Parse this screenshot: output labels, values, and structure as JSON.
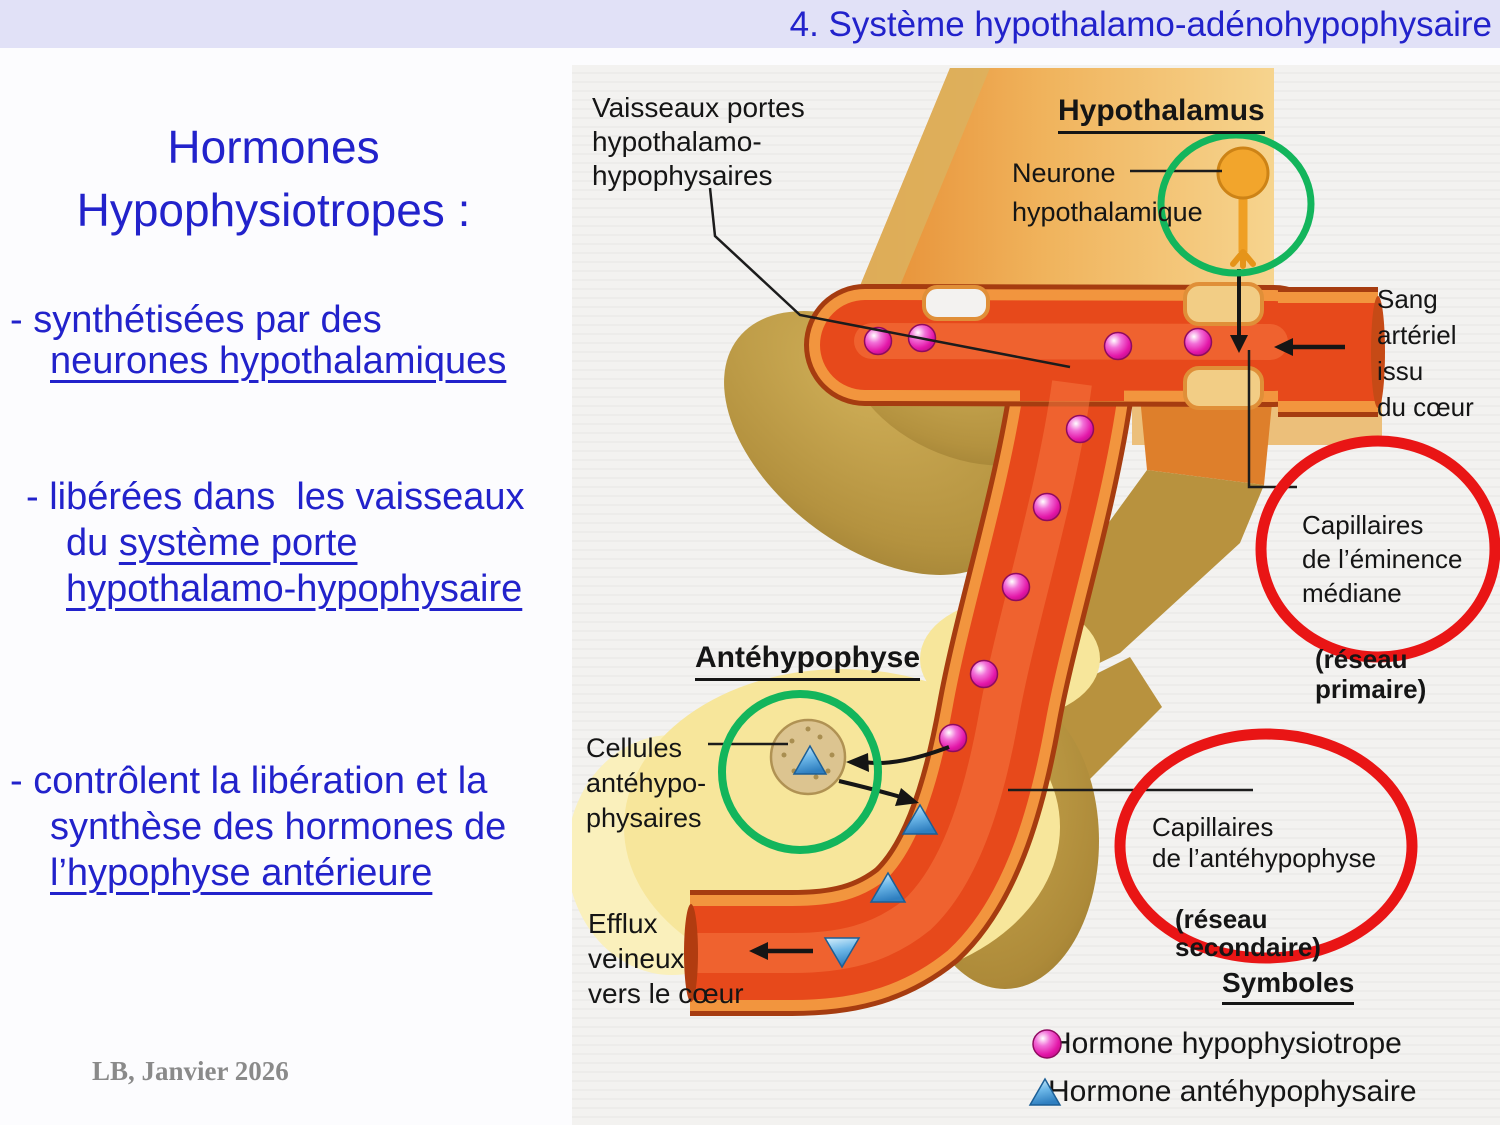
{
  "slide": {
    "title": "4. Système hypothalamo-adénohypophysaire",
    "footer": "LB, Janvier 2026"
  },
  "content": {
    "heading": "Hormones\nHypophysiotropes :",
    "bullet1": {
      "line1": "- synthétisées par des",
      "line2_underlined": "neurones hypothalamiques"
    },
    "bullet2": {
      "line1": "- libérées dans  les vaisseaux",
      "line2_plain": "du ",
      "line2_underlined": "système porte",
      "line3_underlined": "hypothalamo-hypophysaire"
    },
    "bullet3": {
      "line1": "- contrôlent la libération et la",
      "line2": "synthèse des hormones de",
      "line3_underlined": "l’hypophyse antérieure"
    }
  },
  "diagram": {
    "labels": {
      "vaisseaux_portes": "Vaisseaux portes\nhypothalamo-\nhypophysaires",
      "hypothalamus": "Hypothalamus",
      "neurone": "Neurone\nhypothalamique",
      "sang_arteriel": "Sang\nartériel\nissu\ndu cœur",
      "capillaires_eminence": "Capillaires\nde l’éminence\nmédiane",
      "reseau_primaire": "(réseau\nprimaire)",
      "antehypophyse": "Antéhypophyse",
      "cellules": "Cellules\nantéhypo-\nphysaires",
      "capillaires_antehypophyse": "Capillaires\nde l’antéhypophyse",
      "reseau_secondaire": "(réseau\nsecondaire)",
      "efflux": "Efflux\nveineux\nvers le cœur",
      "symboles": "Symboles"
    },
    "legend": [
      {
        "icon": "pink-sphere-icon",
        "label": "Hormone hypophysiotrope"
      },
      {
        "icon": "blue-triangle-icon",
        "label": "Hormone antéhypophysaire"
      }
    ],
    "colors": {
      "text_blue": "#2222cb",
      "vessel_red": "#e7491b",
      "vessel_border_orange": "#f2953e",
      "hormone_pink": "#e316a8",
      "hormone_blue": "#4a9fd8",
      "annotation_green": "#13b55c",
      "annotation_red": "#e91515",
      "tissue_tan": "#f0c67e",
      "tissue_olive": "#b8923e",
      "tissue_yellow": "#f7e69b"
    }
  }
}
